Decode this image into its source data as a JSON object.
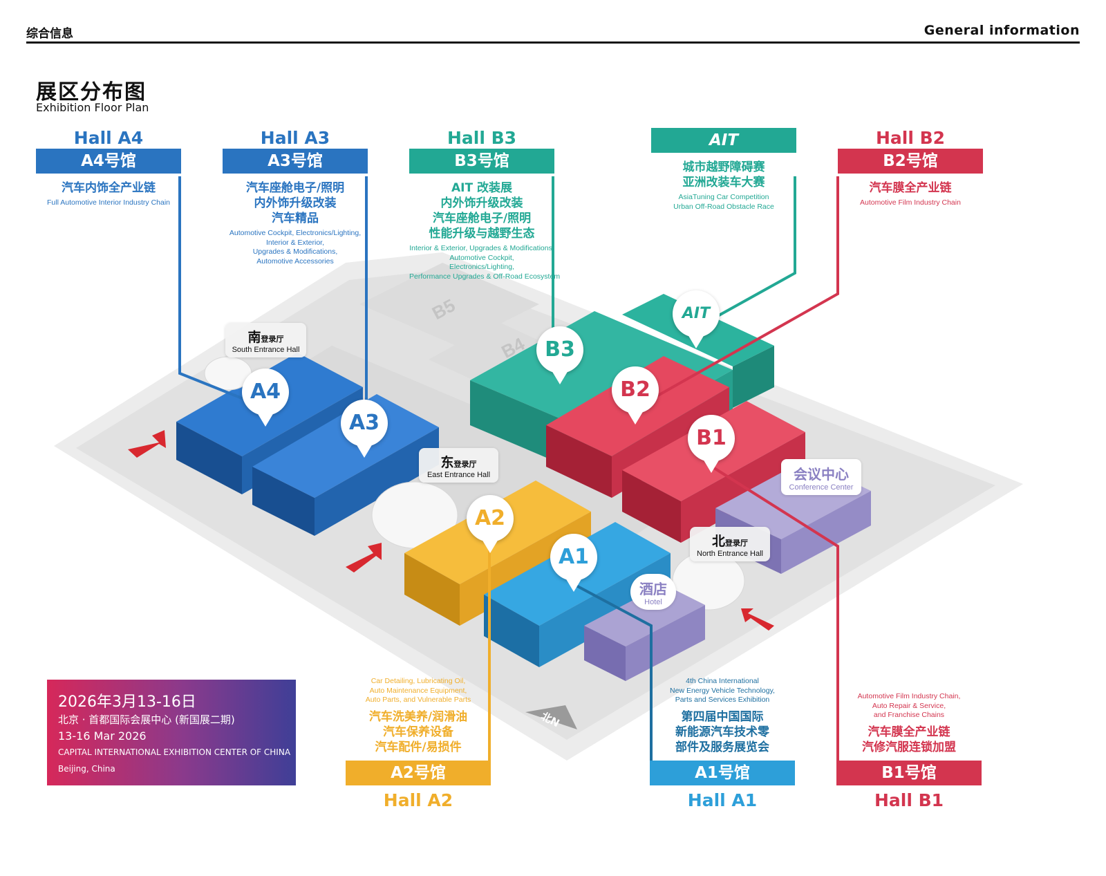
{
  "header": {
    "left": "综合信息",
    "right": "General information"
  },
  "title": {
    "cn": "展区分布图",
    "en": "Exhibition Floor Plan"
  },
  "colors": {
    "A4": "#2a74c0",
    "A3": "#2a74c0",
    "B3": "#22a894",
    "AIT": "#22a894",
    "B2": "#d3354f",
    "A2": "#f0ae2b",
    "A1": "#2d9fd9",
    "B1": "#d3354f",
    "conference": "#9f96cc",
    "hotel": "#9f96cc"
  },
  "halls_top": [
    {
      "key": "A4",
      "en": "Hall A4",
      "bar": "A4号馆",
      "cn": [
        "汽车内饰全产业链"
      ],
      "desc": [
        "Full Automotive Interior Industry Chain"
      ]
    },
    {
      "key": "A3",
      "en": "Hall A3",
      "bar": "A3号馆",
      "cn": [
        "汽车座舱电子/照明",
        "内外饰升级改装",
        "汽车精品"
      ],
      "desc": [
        "Automotive Cockpit, Electronics/Lighting,",
        "Interior & Exterior,",
        "Upgrades & Modifications,",
        "Automotive Accessories"
      ]
    },
    {
      "key": "B3",
      "en": "Hall B3",
      "bar": "B3号馆",
      "cn": [
        "AIT 改装展",
        "内外饰升级改装",
        "汽车座舱电子/照明",
        "性能升级与越野生态"
      ],
      "desc": [
        "Interior & Exterior, Upgrades & Modifications,",
        "Automotive Cockpit,",
        "Electronics/Lighting,",
        "Performance Upgrades & Off-Road Ecosystem"
      ]
    },
    {
      "key": "AIT",
      "en": "",
      "bar": "AIT",
      "cn": [
        "城市越野障碍赛",
        "亚洲改装车大赛"
      ],
      "desc": [
        "AsiaTuning Car Competition",
        "Urban Off-Road Obstacle Race"
      ]
    },
    {
      "key": "B2",
      "en": "Hall B2",
      "bar": "B2号馆",
      "cn": [
        "汽车膜全产业链"
      ],
      "desc": [
        "Automotive Film Industry Chain"
      ]
    }
  ],
  "halls_bottom": [
    {
      "key": "A2",
      "en": "Hall A2",
      "bar": "A2号馆",
      "cn": [
        "汽车洗美养/润滑油",
        "汽车保养设备",
        "汽车配件/易损件"
      ],
      "desc": [
        "Car Detailing, Lubricating Oil,",
        "Auto Maintenance Equipment,",
        "Auto Parts, and Vulnerable Parts"
      ]
    },
    {
      "key": "A1",
      "en": "Hall A1",
      "bar": "A1号馆",
      "cn": [
        "第四届中国国际",
        "新能源汽车技术零",
        "部件及服务展览会"
      ],
      "desc": [
        "4th China International",
        "New Energy Vehicle Technology,",
        "Parts and Services Exhibition"
      ]
    },
    {
      "key": "B1",
      "en": "Hall B1",
      "bar": "B1号馆",
      "cn": [
        "汽车膜全产业链",
        "汽修汽服连锁加盟"
      ],
      "desc": [
        "Automotive Film Industry Chain,",
        "Auto Repair & Service,",
        "and Franchise Chains"
      ]
    }
  ],
  "pins": {
    "A4": "A4",
    "A3": "A3",
    "B3": "B3",
    "AIT": "AIT",
    "B2": "B2",
    "B1": "B1",
    "A2": "A2",
    "A1": "A1"
  },
  "labels": {
    "south": {
      "cn": "南",
      "cn_small": "登录厅",
      "en": "South Entrance Hall"
    },
    "east": {
      "cn": "东",
      "cn_small": "登录厅",
      "en": "East Entrance Hall"
    },
    "north": {
      "cn": "北",
      "cn_small": "登录厅",
      "en": "North Entrance Hall"
    },
    "conference": {
      "cn": "会议中心",
      "en": "Conference Center"
    },
    "hotel": {
      "cn": "酒店",
      "en": "Hotel"
    }
  },
  "map_marks": {
    "B5": "B5",
    "B4": "B4",
    "north": "北N"
  },
  "info": {
    "date_cn": "2026年3月13-16日",
    "venue_cn": "北京 · 首都国际会展中心 (新国展二期)",
    "date_en": "13-16 Mar 2026",
    "venue_en": "CAPITAL INTERNATIONAL EXHIBITION CENTER OF CHINA",
    "city": "Beijing, China"
  }
}
